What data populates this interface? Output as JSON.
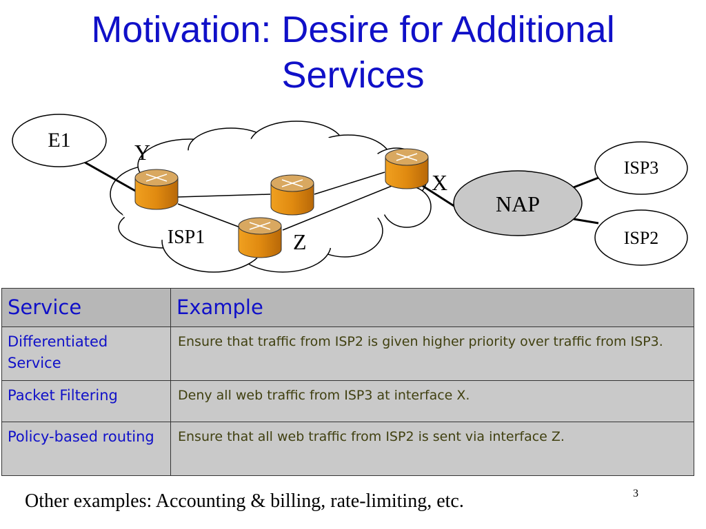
{
  "slide": {
    "title_line1": "Motivation: Desire for Additional",
    "title_line2": "Services",
    "page_number": "3"
  },
  "diagram": {
    "nodes": {
      "e1": "E1",
      "isp1": "ISP1",
      "nap": "NAP",
      "isp2": "ISP2",
      "isp3": "ISP3"
    },
    "interfaces": {
      "y": "Y",
      "x": "X",
      "z": "Z"
    }
  },
  "table": {
    "headers": [
      "Service",
      "Example"
    ],
    "rows": [
      {
        "service": "Differentiated Service",
        "example": "Ensure that traffic from ISP2 is given higher priority over traffic from ISP3."
      },
      {
        "service": "Packet Filtering",
        "example": "Deny all web traffic from ISP3 at interface X."
      },
      {
        "service": "Policy-based routing",
        "example": "Ensure that all web traffic from ISP2 is sent via interface Z."
      }
    ]
  },
  "footer": {
    "text": "Other examples: Accounting & billing, rate-limiting, etc."
  },
  "colors": {
    "title": "#1010c8",
    "router_body": "#e08a10",
    "router_top": "#d9a860",
    "nap_fill": "#c8c8c8",
    "table_header_bg": "#b7b7b7",
    "table_cell_bg": "#c9c9c9"
  }
}
